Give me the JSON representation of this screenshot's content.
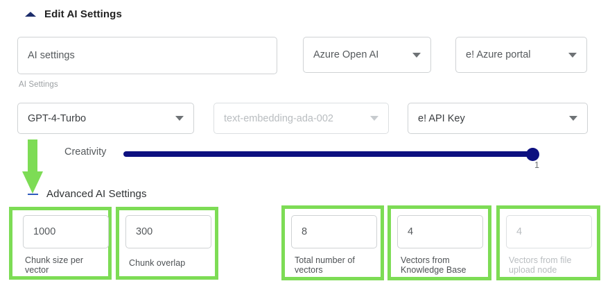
{
  "sections": {
    "edit_ai_settings": {
      "title": "Edit AI Settings",
      "toggle_icon": "triangle-up-icon"
    },
    "advanced_ai_settings": {
      "title": "Advanced AI Settings",
      "toggle_icon": "minus-icon"
    }
  },
  "row1": {
    "name_input": {
      "value": "AI settings",
      "placeholder": "AI settings",
      "helper": "AI Settings"
    },
    "provider_select": {
      "value": "Azure Open AI",
      "icon": "chevron-down-icon"
    },
    "portal_select": {
      "value": "e! Azure portal",
      "icon": "chevron-down-icon"
    }
  },
  "row2": {
    "model_select": {
      "value": "GPT-4-Turbo",
      "icon": "chevron-down-icon"
    },
    "embedding_select": {
      "value": "text-embedding-ada-002",
      "icon": "chevron-down-icon",
      "disabled": true
    },
    "credential_select": {
      "value": "e! API Key",
      "icon": "chevron-down-icon"
    }
  },
  "creativity": {
    "label": "Creativity",
    "value": "1",
    "min": 0,
    "max": 1,
    "fill_percent": 100
  },
  "advanced_fields": [
    {
      "value": "1000",
      "label": "Chunk size per vector",
      "highlighted": true,
      "disabled": false
    },
    {
      "value": "300",
      "label": "Chunk overlap",
      "highlighted": true,
      "disabled": false
    },
    {
      "value": "8",
      "label": "Total number of vectors",
      "highlighted": true,
      "disabled": false
    },
    {
      "value": "4",
      "label": "Vectors from Knowledge Base",
      "highlighted": true,
      "disabled": false
    },
    {
      "value": "4",
      "label": "Vectors from file upload node",
      "highlighted": true,
      "disabled": true
    }
  ],
  "annotations": {
    "arrow": {
      "icon": "down-arrow-annotation",
      "color": "#7ddc55"
    },
    "highlight_color": "#7ddc55"
  }
}
